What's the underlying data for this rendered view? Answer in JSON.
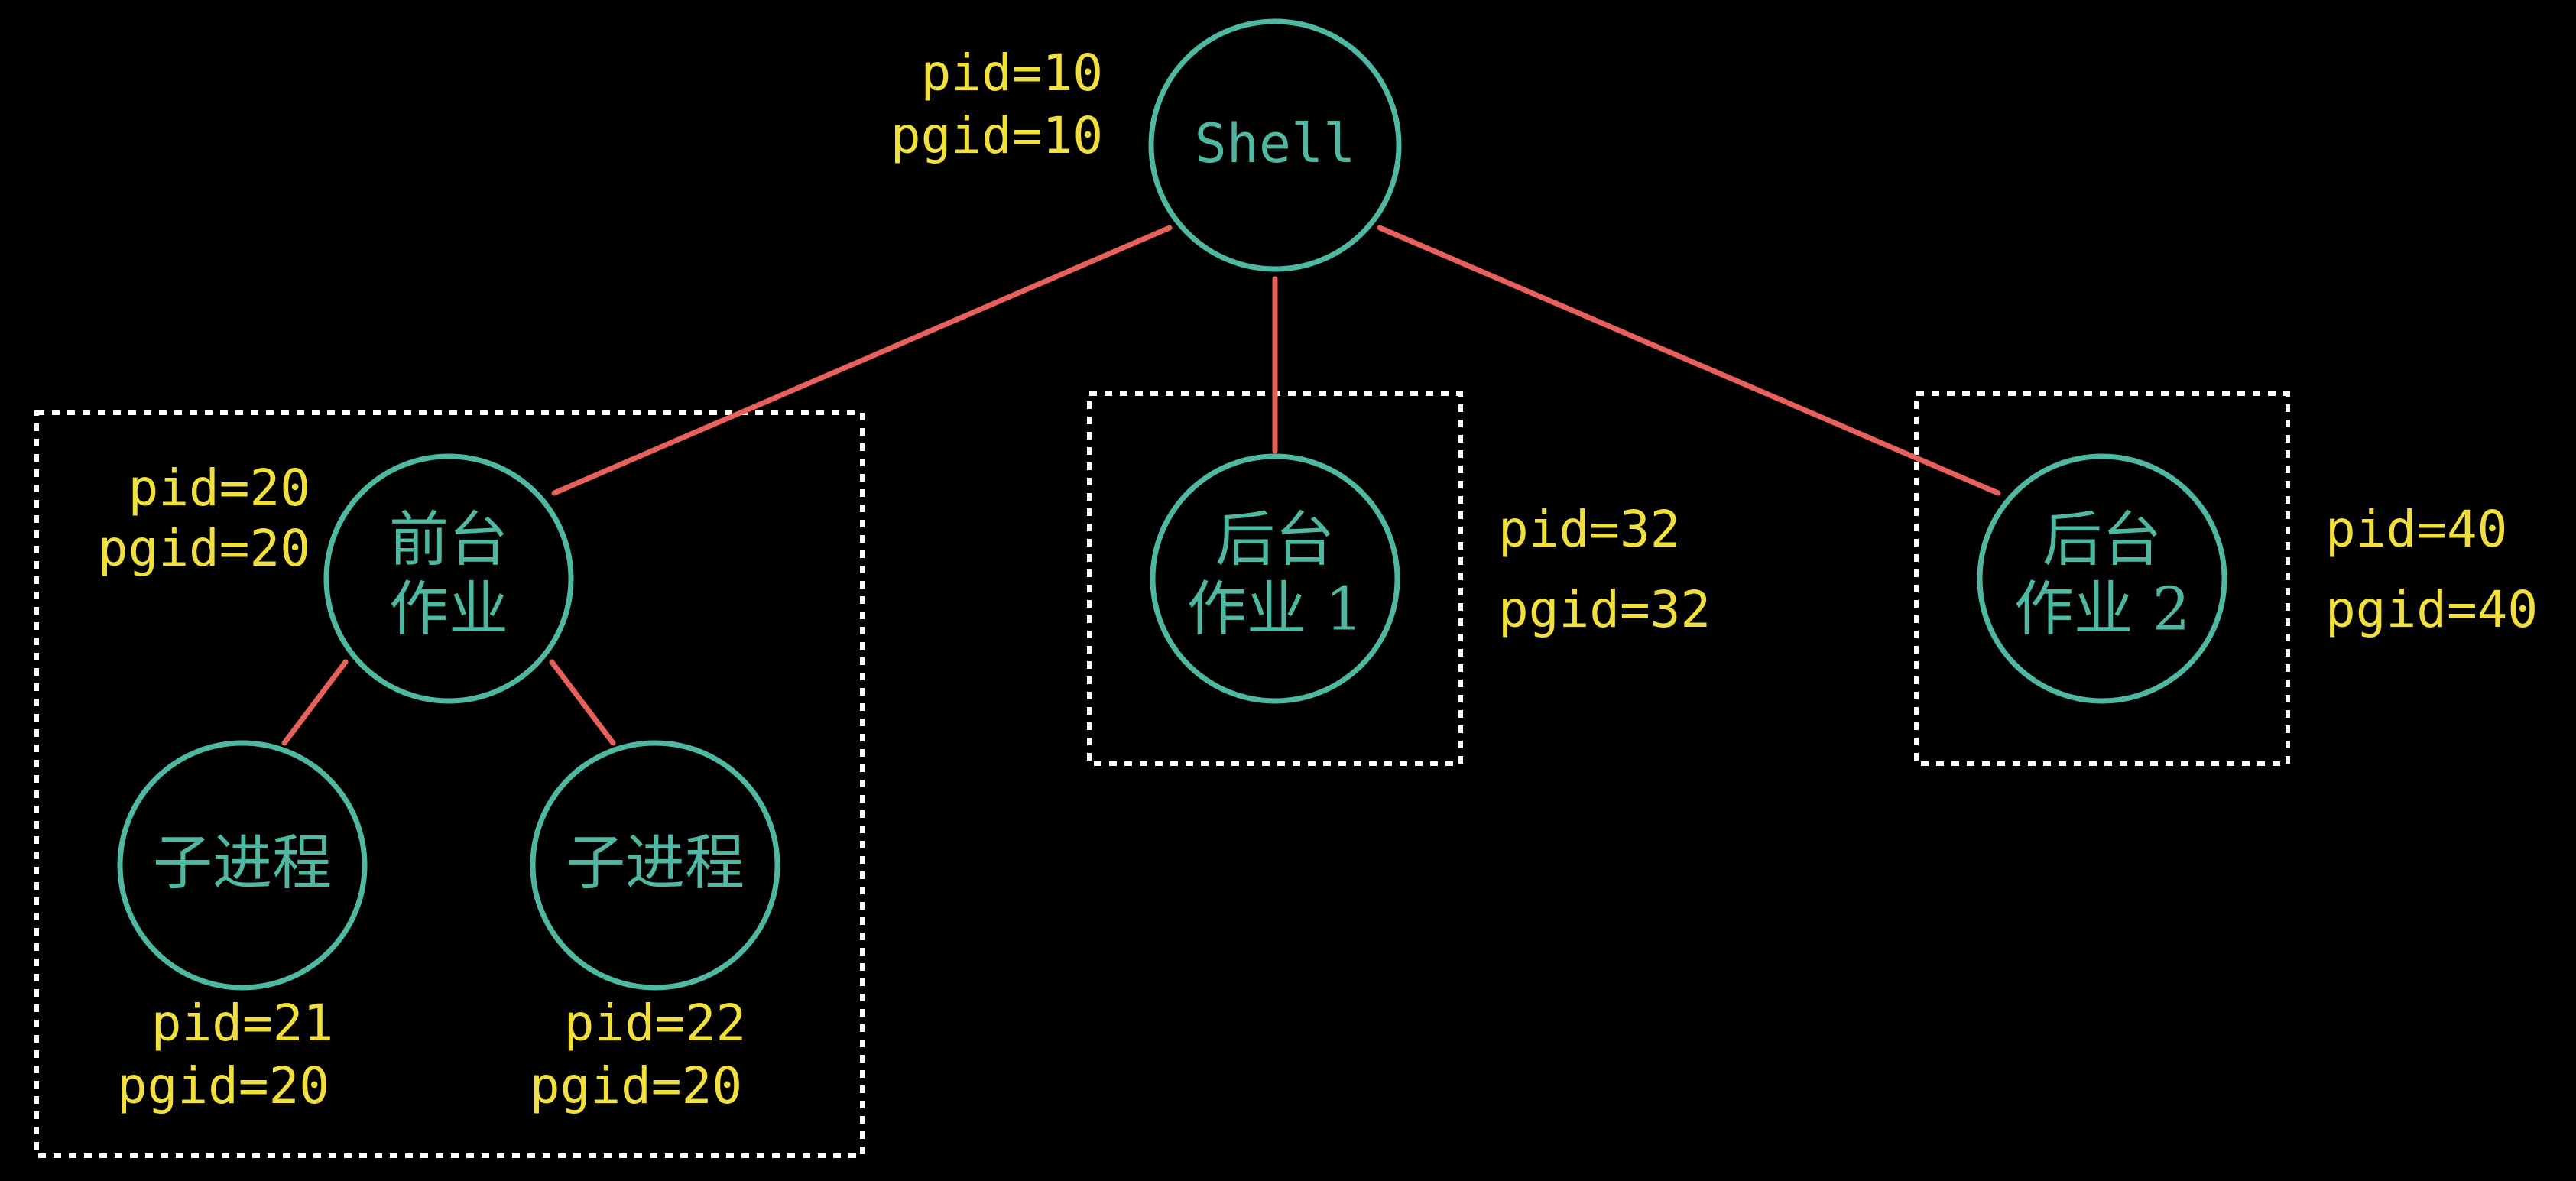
{
  "nodes": {
    "shell": {
      "lines": [
        "Shell"
      ],
      "pid": "pid=10",
      "pgid": "pgid=10"
    },
    "foreground": {
      "lines": [
        "前台",
        "作业"
      ],
      "pid": "pid=20",
      "pgid": "pgid=20"
    },
    "child1": {
      "lines": [
        "子进程"
      ],
      "pid": "pid=21",
      "pgid": "pgid=20"
    },
    "child2": {
      "lines": [
        "子进程"
      ],
      "pid": "pid=22",
      "pgid": "pgid=20"
    },
    "background1": {
      "lines": [
        "后台",
        "作业 1"
      ],
      "pid": "pid=32",
      "pgid": "pgid=32"
    },
    "background2": {
      "lines": [
        "后台",
        "作业 2"
      ],
      "pid": "pid=40",
      "pgid": "pgid=40"
    }
  },
  "colors": {
    "background": "#000000",
    "node_stroke": "#4fb8a2",
    "node_text": "#4fb8a2",
    "edge": "#e8605a",
    "label": "#f1df3e",
    "group_border": "#ffffff"
  }
}
